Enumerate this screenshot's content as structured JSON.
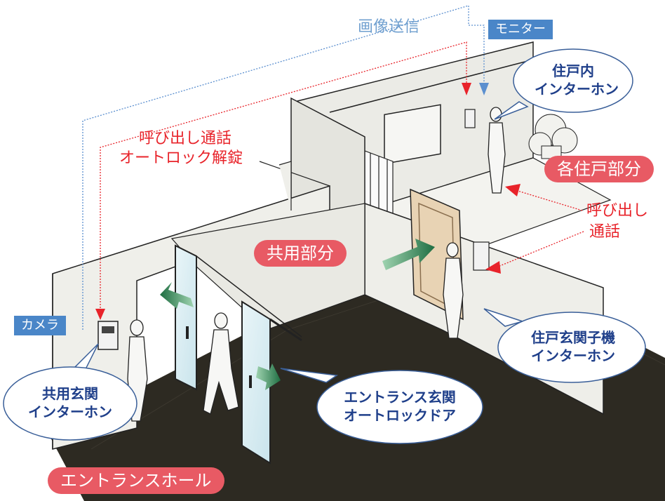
{
  "labels": {
    "image_transmission": "画像送信",
    "monitor": "モニター",
    "camera": "カメラ",
    "call_talk_unlock_line1": "呼び出し通話",
    "call_talk_unlock_line2": "オートロック解錠",
    "call_talk_right_line1": "呼び出し",
    "call_talk_right_line2": "通話",
    "each_unit": "各住戸部分",
    "common_area": "共用部分",
    "entrance_hall": "エントランスホール",
    "unit_intercom_line1": "住戸内",
    "unit_intercom_line2": "インターホン",
    "unit_door_intercom_line1": "住戸玄関子機",
    "unit_door_intercom_line2": "インターホン",
    "common_intercom_line1": "共用玄関",
    "common_intercom_line2": "インターホン",
    "autolock_door_line1": "エントランス玄関",
    "autolock_door_line2": "オートロックドア"
  },
  "colors": {
    "signal_red": "#e8232a",
    "video_blue": "#5b8fcf",
    "pill_red": "#e85a64",
    "tag_blue": "#4a86c8",
    "bubble_text": "#1f3f8a",
    "floor_dark": "#2d2a22",
    "arrow_green": "#2f7d4f"
  }
}
